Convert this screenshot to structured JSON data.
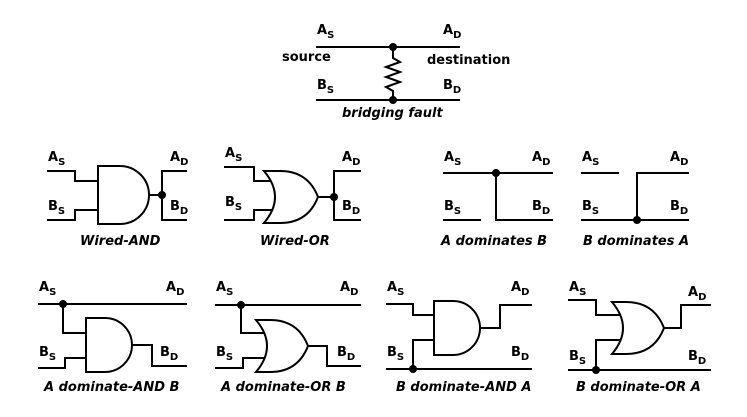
{
  "top": {
    "a_s": {
      "main": "A",
      "sub": "S"
    },
    "a_d": {
      "main": "A",
      "sub": "D"
    },
    "b_s": {
      "main": "B",
      "sub": "S"
    },
    "b_d": {
      "main": "B",
      "sub": "D"
    },
    "source": "source",
    "destination": "destination",
    "caption": "bridging fault"
  },
  "captions": {
    "wired_and": "Wired-AND",
    "wired_or": "Wired-OR",
    "a_dom_b": "A dominates B",
    "b_dom_a": "B dominates A",
    "a_dom_and_b": "A dominate-AND B",
    "a_dom_or_b": "A dominate-OR B",
    "b_dom_and_a": "B dominate-AND A",
    "b_dom_or_a": "B dominate-OR A"
  },
  "labels": {
    "a": "A",
    "b": "B",
    "s": "S",
    "d": "D"
  }
}
